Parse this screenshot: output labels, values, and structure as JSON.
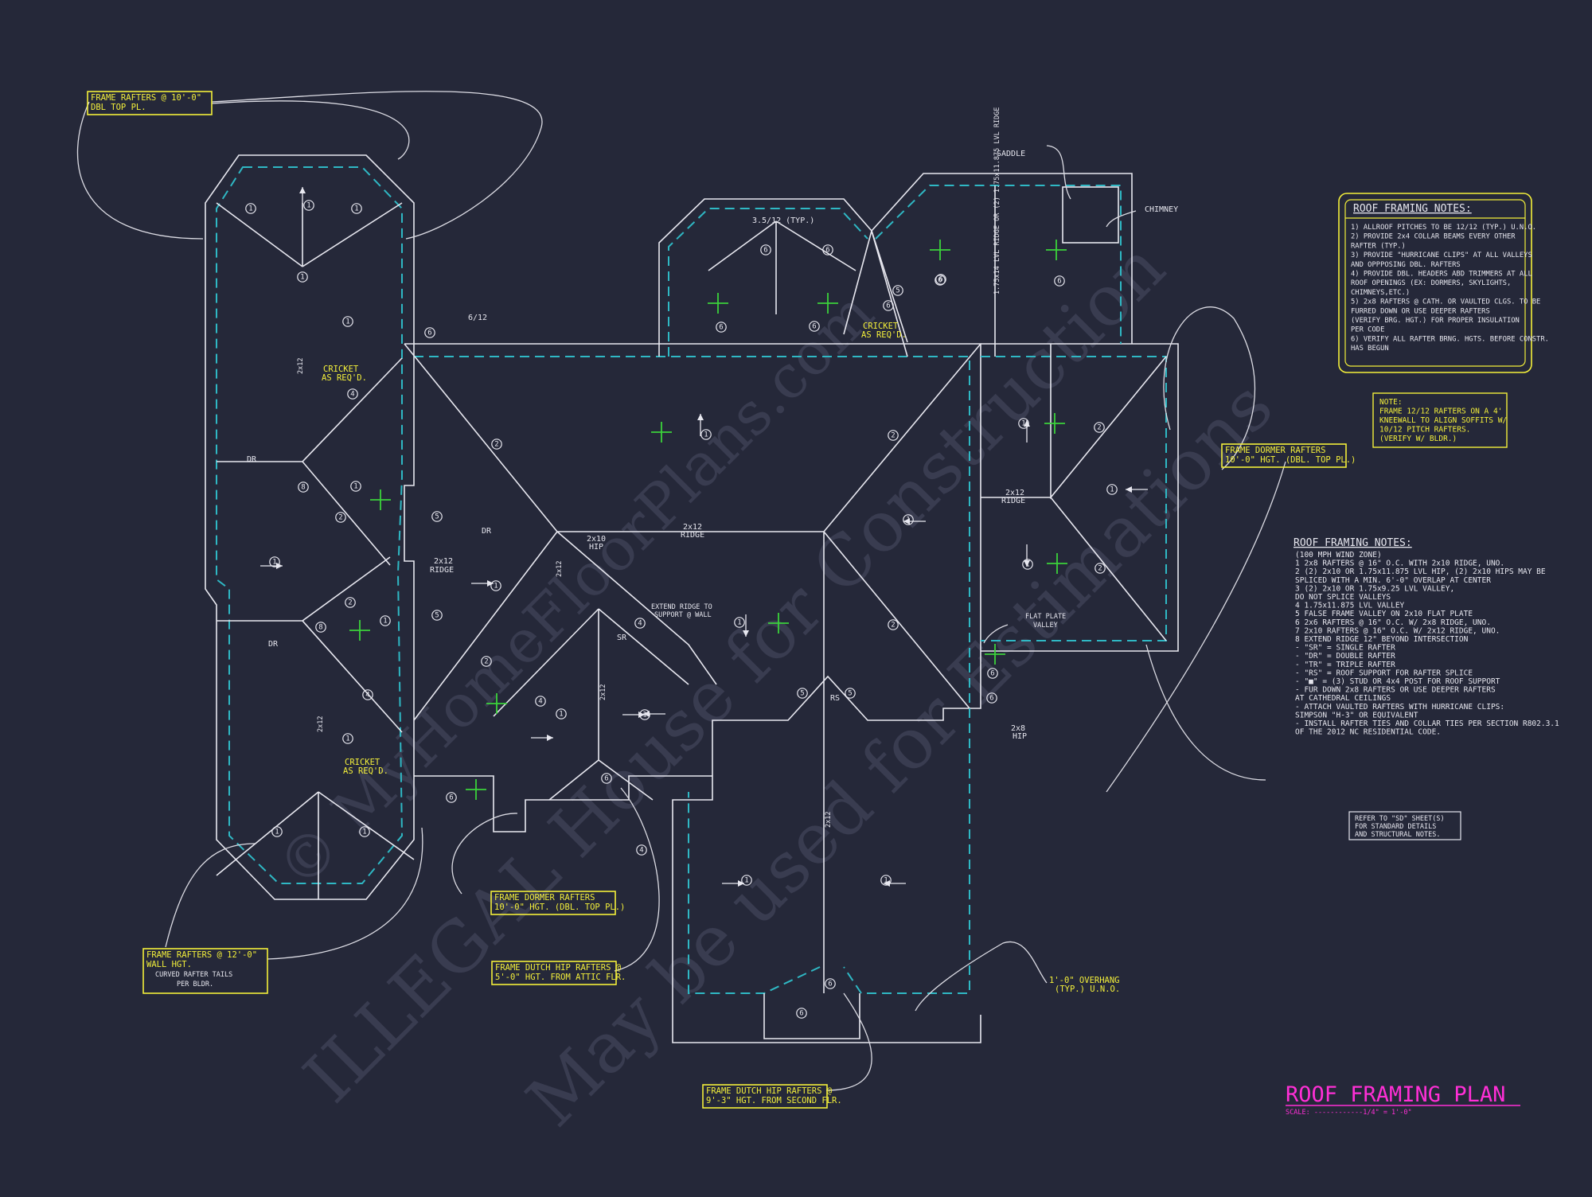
{
  "title": "ROOF FRAMING PLAN",
  "scale": "SCALE: ------------1/4\" = 1'-0\"",
  "watermark": [
    "ILLEGAL House for Construction",
    "May be used for Estimations",
    "© MyHomeFloorPlans.com"
  ],
  "notes_top": {
    "heading": "ROOF FRAMING NOTES:",
    "lines": [
      "1) ALLROOF PITCHES TO BE  12/12 (TYP.) U.N.O.",
      "2) PROVIDE 2x4 COLLAR BEAMS EVERY OTHER",
      "    RAFTER (TYP.)",
      "3) PROVIDE \"HURRICANE CLIPS\" AT ALL VALLEYS",
      "    AND OPPPOSING DBL. RAFTERS",
      "4) PROVIDE DBL. HEADERS ABD TRIMMERS AT ALL",
      "    ROOF OPENINGS (EX: DORMERS, SKYLIGHTS,",
      "    CHIMNEYS,ETC.)",
      "5) 2x8 RAFTERS @ CATH. OR VAULTED CLGS. TO BE",
      "    FURRED DOWN OR USE DEEPER RAFTERS",
      "    (VERIFY BRG. HGT.) FOR PROPER INSULATION",
      "    PER CODE",
      "6) VERIFY ALL RAFTER BRNG. HGTS. BEFORE CONSTR.",
      "    HAS BEGUN"
    ]
  },
  "note_kneewall": [
    "NOTE:",
    "FRAME 12/12 RAFTERS ON A 4'",
    "KNEEWALL TO ALIGN SOFFITS W/",
    "10/12 PITCH RAFTERS.",
    "(VERIFY W/ BLDR.)"
  ],
  "notes_bottom": {
    "heading": "ROOF FRAMING NOTES:",
    "lines": [
      "(100 MPH WIND ZONE)",
      "1  2x8 RAFTERS @ 16\" O.C. WITH 2x10 RIDGE, UNO.",
      "2  (2) 2x10 OR 1.75x11.875 LVL HIP, (2) 2x10 HIPS MAY BE",
      "    SPLICED WITH A MIN. 6'-0\" OVERLAP AT CENTER",
      "3  (2) 2x10 OR 1.75x9.25 LVL VALLEY,",
      "    DO NOT SPLICE VALLEYS",
      "4  1.75x11.875 LVL VALLEY",
      "5  FALSE FRAME VALLEY ON 2x10 FLAT PLATE",
      "6  2x6 RAFTERS @ 16\" O.C. W/ 2x8 RIDGE, UNO.",
      "7  2x10 RAFTERS @ 16\" O.C. W/ 2x12 RIDGE, UNO.",
      "8  EXTEND RIDGE 12\" BEYOND INTERSECTION",
      "-  \"SR\" = SINGLE RAFTER",
      "-  \"DR\" = DOUBLE RAFTER",
      "-  \"TR\" = TRIPLE RAFTER",
      "-  \"RS\" = ROOF SUPPORT FOR RAFTER SPLICE",
      "-  \"■\" = (3) STUD OR 4x4 POST FOR ROOF SUPPORT",
      "-  FUR DOWN 2x8 RAFTERS OR USE DEEPER RAFTERS",
      "    AT CATHEDRAL CEILINGS",
      "-  ATTACH VAULTED RAFTERS WITH HURRICANE CLIPS:",
      "    SIMPSON \"H-3\" OR EQUIVALENT",
      "-  INSTALL RAFTER TIES AND COLLAR TIES PER SECTION R802.3.1",
      "    OF THE 2012 NC RESIDENTIAL CODE."
    ]
  },
  "refer_note": [
    "REFER TO \"SD\" SHEET(S)",
    "FOR STANDARD DETAILS",
    "AND STRUCTURAL NOTES."
  ],
  "callouts": {
    "c1": [
      "FRAME RAFTERS @ 10'-0\"",
      "DBL TOP PL."
    ],
    "c2": [
      "FRAME RAFTERS @ 12'-0\"",
      "WALL HGT.",
      "CURVED RAFTER TAILS",
      "PER BLDR."
    ],
    "c3": [
      "FRAME DORMER RAFTERS",
      "10'-0\" HGT. (DBL. TOP PL.)"
    ],
    "c4": [
      "FRAME DUTCH HIP RAFTERS @",
      "5'-0\" HGT. FROM ATTIC FLR."
    ],
    "c5": [
      "FRAME DUTCH HIP RAFTERS @",
      "9'-3\" HGT. FROM SECOND FLR."
    ],
    "c6": [
      "FRAME DORMER RAFTERS",
      "10'-0\" HGT. (DBL. TOP PL.)"
    ],
    "cricket1": [
      "CRICKET",
      "AS REQ'D."
    ],
    "cricket2": [
      "CRICKET",
      "AS REQ'D."
    ],
    "cricket3": [
      "CRICKET",
      "AS REQ'D."
    ],
    "overhang": [
      "1'-0\" OVERHANG",
      "(TYP.) U.N.O."
    ]
  },
  "labels": {
    "saddle": "SADDLE",
    "chimney": "CHIMNEY",
    "pitch_6_12": "6/12",
    "pitch_35_typ": "3.5/12 (TYP.)",
    "extend_ridge": [
      "EXTEND RIDGE TO",
      "SUPPORT @ WALL"
    ],
    "flat_plate": [
      "FLAT PLATE",
      "VALLEY"
    ],
    "ridge_2x12": "2x12",
    "ridge_word": "RIDGE",
    "hip_word": "HIP",
    "dr": "DR",
    "sr": "SR",
    "rs": "RS",
    "lvl_ridge": "1.75x14 LVL RIDGE OR (2) 1.75x11.875 LVL RIDGE",
    "hip_2x10": "2x10",
    "hip_2x8": "2x8"
  }
}
